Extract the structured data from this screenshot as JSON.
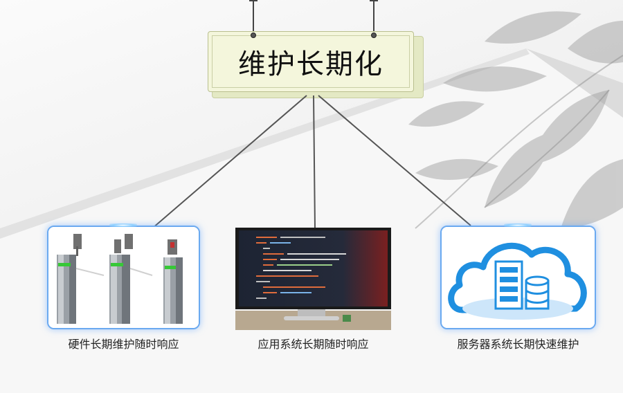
{
  "title": "维护长期化",
  "cards": [
    {
      "caption": "硬件长期维护随时响应",
      "icon": "turnstile-gates-image"
    },
    {
      "caption": "应用系统长期随时响应",
      "icon": "code-monitor-image"
    },
    {
      "caption": "服务器系统长期快速维护",
      "icon": "cloud-server-icon"
    }
  ],
  "colors": {
    "sign_fill": "#f4f6dc",
    "card_border": "#6aa9f0",
    "cloud_blue": "#1f8fe0",
    "connector": "#555555"
  }
}
